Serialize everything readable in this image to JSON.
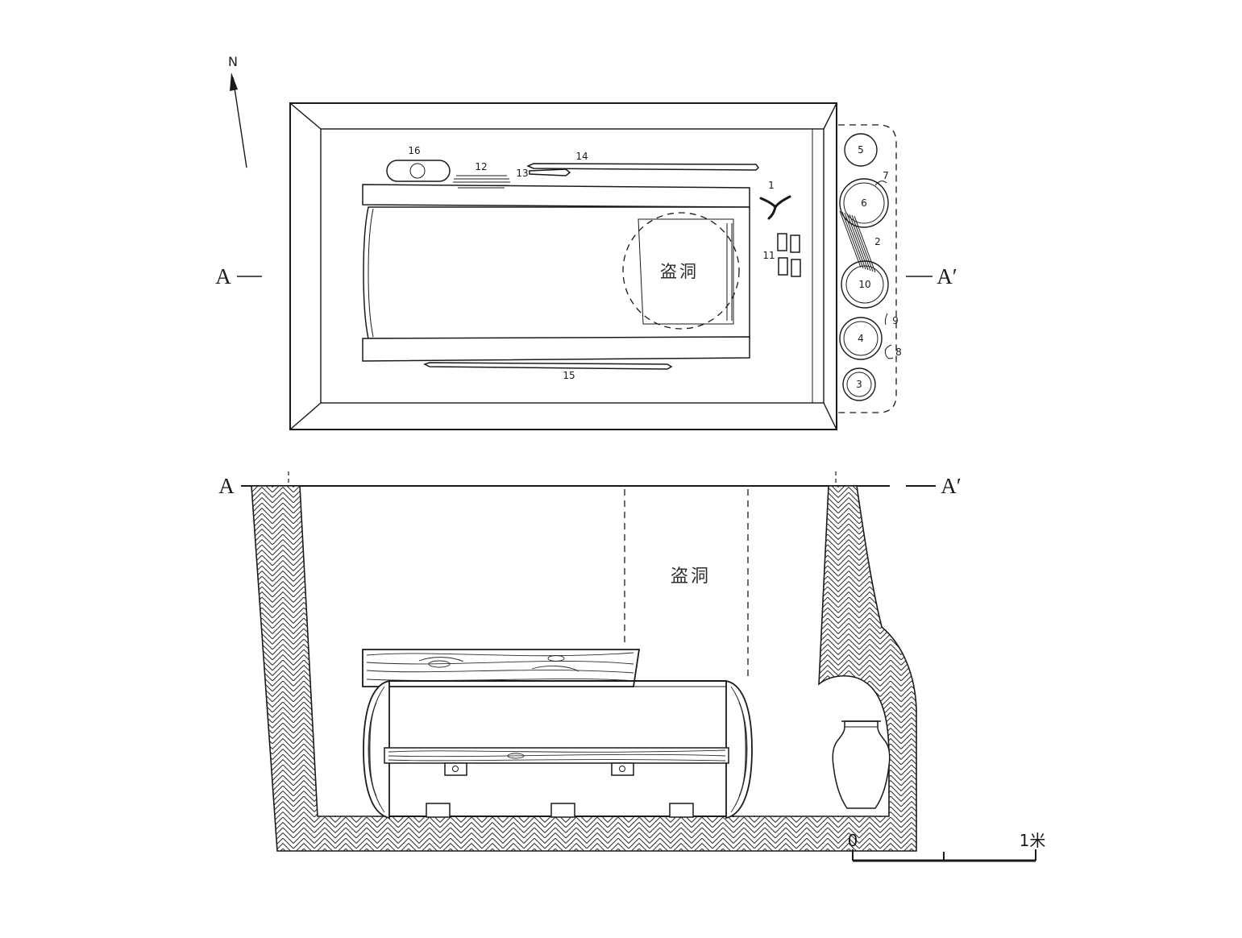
{
  "compass": {
    "label": "N"
  },
  "plan": {
    "a_left": "A",
    "a_right": "A′",
    "robber_hole_label": "盗洞",
    "numbers": [
      "1",
      "2",
      "3",
      "4",
      "5",
      "6",
      "7",
      "8",
      "9",
      "10",
      "11",
      "12",
      "13",
      "14",
      "15",
      "16"
    ]
  },
  "section": {
    "a_left": "A",
    "a_right": "A′",
    "robber_hole_label": "盗洞"
  },
  "scale_bar": {
    "zero": "0",
    "max": "1米"
  },
  "colors": {
    "ink": "#1a1a1a",
    "background": "#ffffff"
  }
}
